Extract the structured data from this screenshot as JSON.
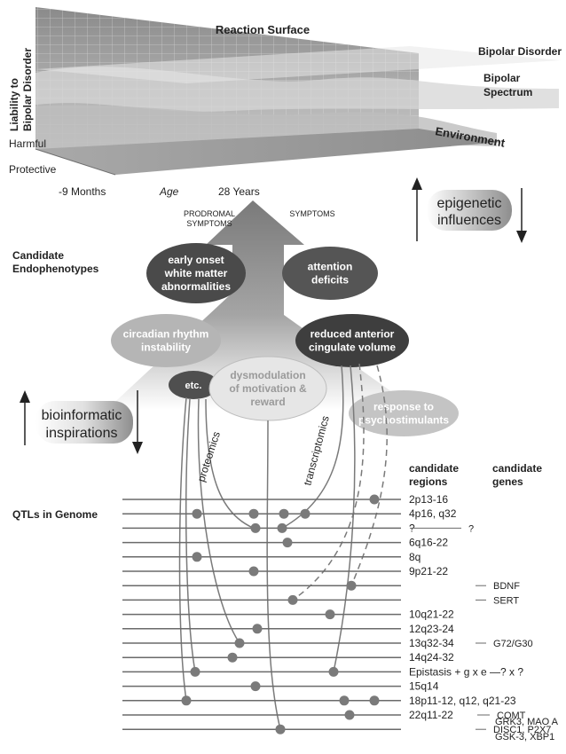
{
  "surface": {
    "title": "Reaction Surface",
    "y_axis_label_line1": "Liability to",
    "y_axis_label_line2": "Bipolar Disorder",
    "harmful": "Harmful",
    "protective": "Protective",
    "bipolar_disorder": "Bipolar Disorder",
    "bipolar_spectrum_line1": "Bipolar",
    "bipolar_spectrum_line2": "Spectrum",
    "environment": "Environment",
    "age_start": "-9 Months",
    "age_label": "Age",
    "age_end": "28 Years"
  },
  "arrow": {
    "prodromal_line1": "PRODROMAL",
    "prodromal_line2": "SYMPTOMS",
    "symptoms": "SYMPTOMS"
  },
  "epigenetic": {
    "line1": "epigenetic",
    "line2": "influences"
  },
  "bioinformatic": {
    "line1": "bioinformatic",
    "line2": "inspirations"
  },
  "endophenotypes": {
    "heading_line1": "Candidate",
    "heading_line2": "Endophenotypes",
    "ellipses": [
      {
        "lines": [
          "early onset",
          "white matter",
          "abnormalities"
        ]
      },
      {
        "lines": [
          "attention",
          "deficits"
        ]
      },
      {
        "lines": [
          "circadian rhythm",
          "instability"
        ]
      },
      {
        "lines": [
          "reduced anterior",
          "cingulate volume"
        ]
      },
      {
        "lines": [
          "etc."
        ]
      },
      {
        "lines": [
          "dysmodulation",
          "of motivation &",
          "reward"
        ]
      },
      {
        "lines": [
          "response to",
          "psychostimulants"
        ]
      }
    ]
  },
  "curve_labels": {
    "proteomics": "proteomics",
    "transcriptomics": "transcriptomics"
  },
  "genome": {
    "heading": "QTLs in Genome",
    "regions_header_line1": "candidate",
    "regions_header_line2": "regions",
    "genes_header_line1": "candidate",
    "genes_header_line2": "genes",
    "rows": [
      {
        "region": "2p13-16",
        "gene": ""
      },
      {
        "region": "4p16, q32",
        "gene": ""
      },
      {
        "region": "?",
        "gene": "?"
      },
      {
        "region": "6q16-22",
        "gene": ""
      },
      {
        "region": "8q",
        "gene": ""
      },
      {
        "region": "9p21-22",
        "gene": ""
      },
      {
        "region": "",
        "gene": "BDNF"
      },
      {
        "region": "",
        "gene": "SERT"
      },
      {
        "region": "10q21-22",
        "gene": ""
      },
      {
        "region": "12q23-24",
        "gene": ""
      },
      {
        "region": "13q32-34",
        "gene": "G72/G30"
      },
      {
        "region": "14q24-32",
        "gene": ""
      },
      {
        "region": "Epistasis + g x e —? x ?",
        "gene": ""
      },
      {
        "region": "15q14",
        "gene": ""
      },
      {
        "region": "18p11-12, q12, q21-23",
        "gene": ""
      },
      {
        "region": "22q11-22",
        "gene": "COMT"
      },
      {
        "region": "",
        "gene": "DISC1, P2X7"
      }
    ],
    "extra_genes": [
      "GRK3, MAO A",
      "GSK-3, XBP1"
    ]
  }
}
